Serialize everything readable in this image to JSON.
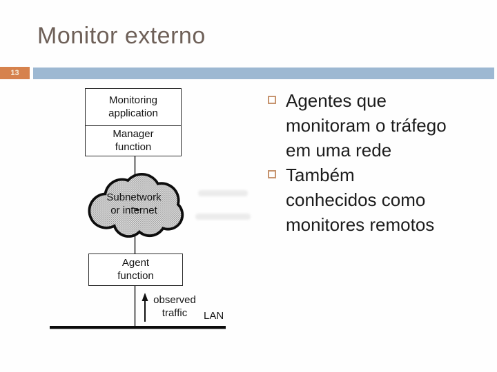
{
  "slide": {
    "title": "Monitor externo",
    "page_number": "13"
  },
  "bullets": [
    {
      "lines": [
        "Agentes que",
        "monitoram o tráfego",
        "em uma rede"
      ]
    },
    {
      "lines": [
        "Também",
        "conhecidos como",
        "monitores remotos"
      ]
    }
  ],
  "diagram": {
    "monitoring_box": {
      "lines": [
        "Monitoring",
        "application"
      ]
    },
    "manager_box": {
      "lines": [
        "Manager",
        "function"
      ]
    },
    "cloud": {
      "lines": [
        "Subnetwork",
        "or internet"
      ]
    },
    "agent_box": {
      "lines": [
        "Agent",
        "function"
      ]
    },
    "observed_traffic": {
      "lines": [
        "observed",
        "traffic"
      ]
    },
    "lan_label": "LAN"
  },
  "colors": {
    "accent_orange": "#d6824d",
    "bar_blue": "#9db8d2",
    "bullet_square_border": "#c6946f",
    "title_text": "#6e6058",
    "diagram_ink": "#141414"
  }
}
